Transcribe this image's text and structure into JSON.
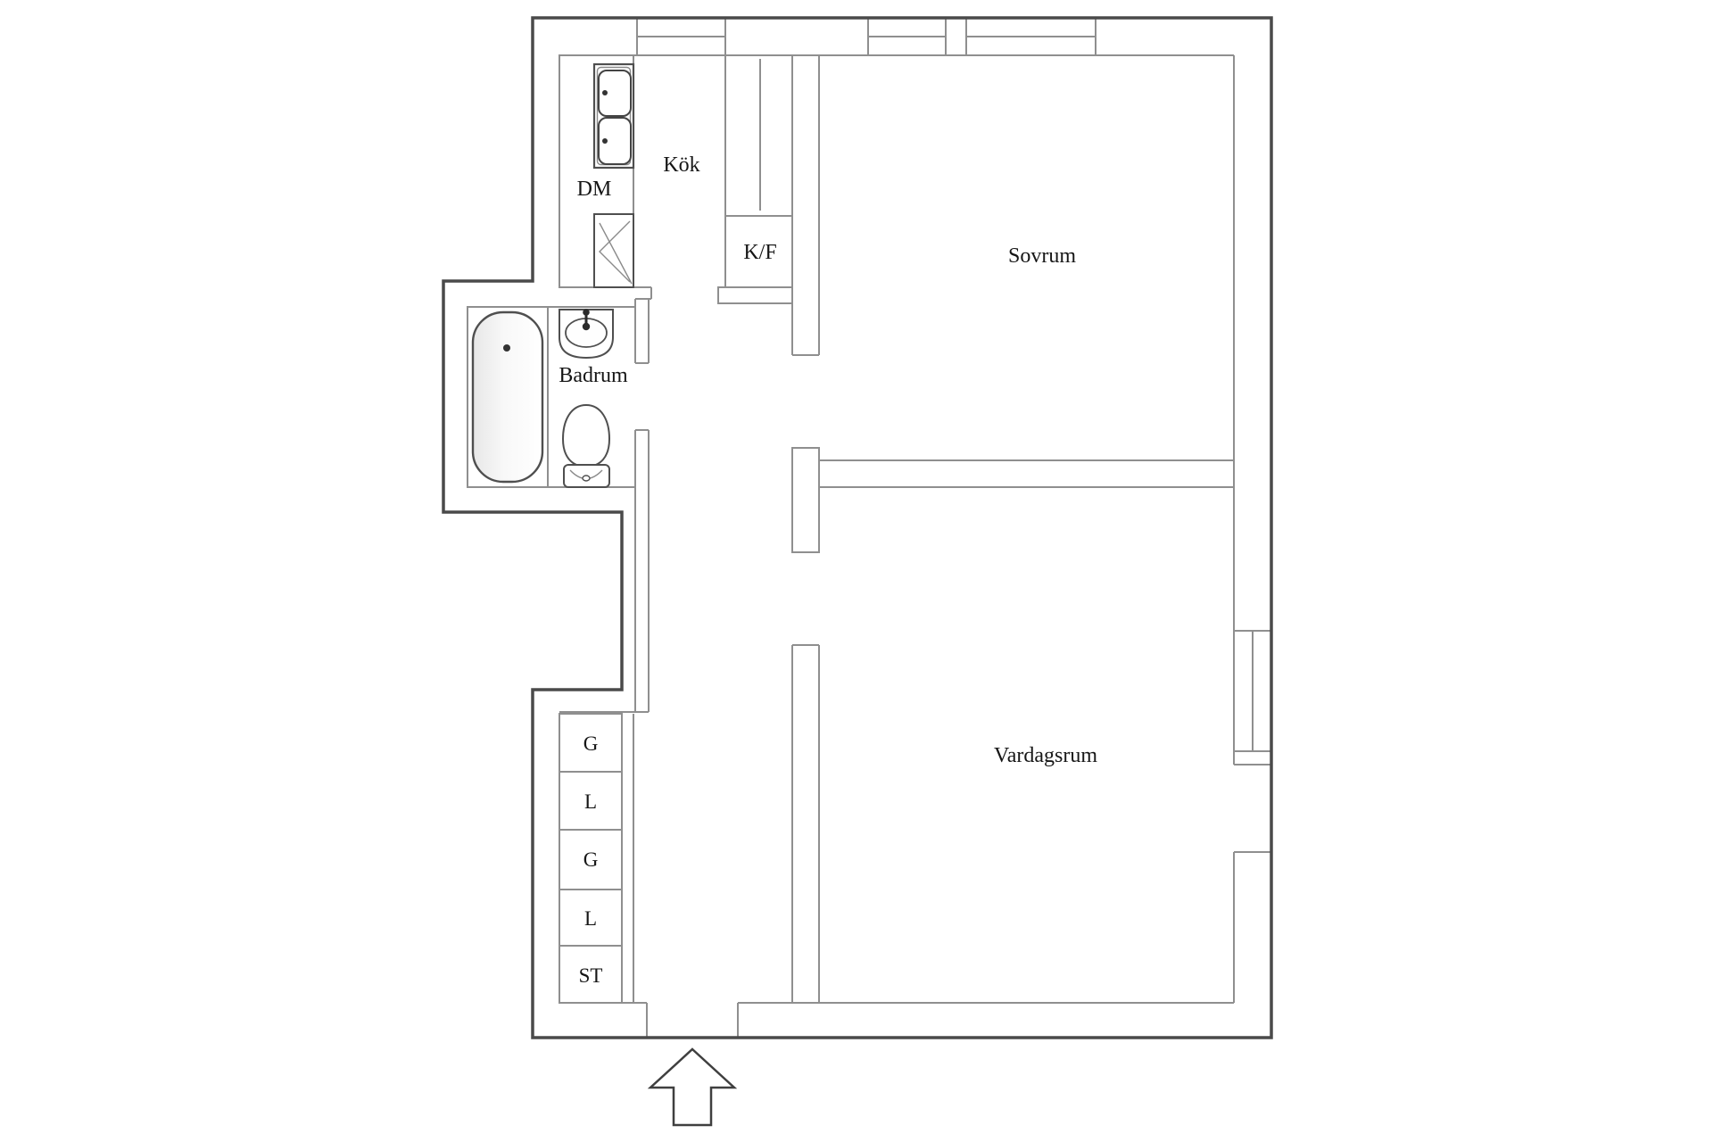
{
  "floorplan": {
    "rooms": {
      "kitchen": "Kök",
      "bedroom": "Sovrum",
      "bathroom": "Badrum",
      "living_room": "Vardagsrum"
    },
    "appliances": {
      "dishwasher": "DM",
      "fridge_freezer": "K/F"
    },
    "closets": [
      "G",
      "L",
      "G",
      "L",
      "ST"
    ],
    "icons": [
      "bathtub-icon",
      "bathroom-sink-icon",
      "toilet-icon",
      "kitchen-sink-icon",
      "stove-icon",
      "entrance-arrow-icon",
      "window-icon"
    ],
    "colors": {
      "background": "#ffffff",
      "outer_wall_line": "#4a4a4a",
      "inner_wall_line": "#8f8f8f",
      "fixture_line": "#4f4f4f",
      "text": "#161616"
    }
  }
}
